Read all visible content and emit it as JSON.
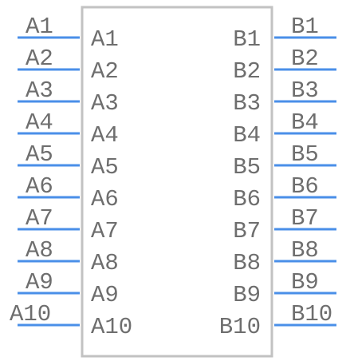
{
  "component": {
    "body_color": "#c2c2c2",
    "pin_color": "#4a8fe8",
    "text_color": "#6e6e6e"
  },
  "pins_left": [
    {
      "outer_label": "A1",
      "inner_label": "A1"
    },
    {
      "outer_label": "A2",
      "inner_label": "A2"
    },
    {
      "outer_label": "A3",
      "inner_label": "A3"
    },
    {
      "outer_label": "A4",
      "inner_label": "A4"
    },
    {
      "outer_label": "A5",
      "inner_label": "A5"
    },
    {
      "outer_label": "A6",
      "inner_label": "A6"
    },
    {
      "outer_label": "A7",
      "inner_label": "A7"
    },
    {
      "outer_label": "A8",
      "inner_label": "A8"
    },
    {
      "outer_label": "A9",
      "inner_label": "A9"
    },
    {
      "outer_label": "A10",
      "inner_label": "A10"
    }
  ],
  "pins_right": [
    {
      "outer_label": "B1",
      "inner_label": "B1"
    },
    {
      "outer_label": "B2",
      "inner_label": "B2"
    },
    {
      "outer_label": "B3",
      "inner_label": "B3"
    },
    {
      "outer_label": "B4",
      "inner_label": "B4"
    },
    {
      "outer_label": "B5",
      "inner_label": "B5"
    },
    {
      "outer_label": "B6",
      "inner_label": "B6"
    },
    {
      "outer_label": "B7",
      "inner_label": "B7"
    },
    {
      "outer_label": "B8",
      "inner_label": "B8"
    },
    {
      "outer_label": "B9",
      "inner_label": "B9"
    },
    {
      "outer_label": "B10",
      "inner_label": "B10"
    }
  ]
}
